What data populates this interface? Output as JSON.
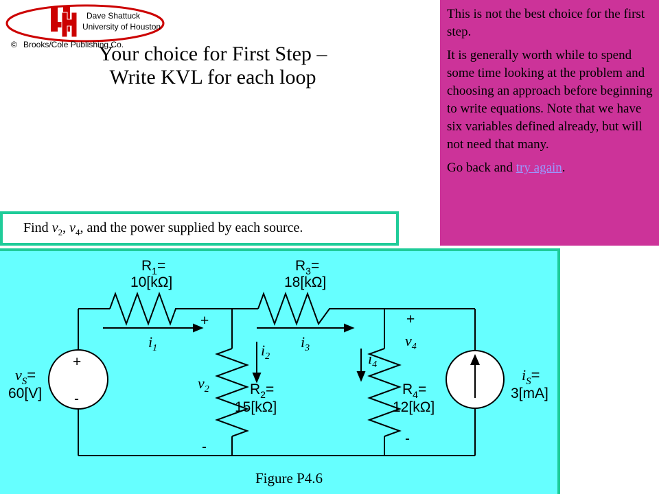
{
  "logo": {
    "line1": "Dave Shattuck",
    "line2": "University of Houston",
    "copyright_symbol": "©",
    "line3": "Brooks/Cole Publishing Co.",
    "mark_color": "#cc0000"
  },
  "title": {
    "line1": "Your choice for First Step –",
    "line2": "Write KVL for each loop"
  },
  "feedback": {
    "para1": "This is not the best choice for the first step.",
    "para2": "It is generally worth while to spend some time looking at the problem and choosing an approach before beginning to write equations.  Note that we have six variables defined already, but will not need that many.",
    "para3_prefix": "Go back and ",
    "link_label": "try again",
    "para3_suffix": ".",
    "background": "#cc3399"
  },
  "problem": {
    "prefix": "Find ",
    "v2_var": "v",
    "v2_sub": "2",
    "sep": ", ",
    "v4_var": "v",
    "v4_sub": "4",
    "suffix": ", and the power supplied by each source."
  },
  "circuit": {
    "r1_name": "R",
    "r1_sub": "1",
    "r1_eq": "=",
    "r1_value": "10[kΩ]",
    "r3_name": "R",
    "r3_sub": "3",
    "r3_eq": "=",
    "r3_value": "18[kΩ]",
    "r2_name": "R",
    "r2_sub": "2",
    "r2_eq": "=",
    "r2_value": "15[kΩ]",
    "r4_name": "R",
    "r4_sub": "4",
    "r4_eq": "=",
    "r4_value": "12[kΩ]",
    "vs_name": "v",
    "vs_sub": "S",
    "vs_eq": "=",
    "vs_value": "60[V]",
    "is_name": "i",
    "is_sub": "S",
    "is_eq": "=",
    "is_value": "3[mA]",
    "i1": "i",
    "i1_sub": "1",
    "i2": "i",
    "i2_sub": "2",
    "i3": "i",
    "i3_sub": "3",
    "i4": "i",
    "i4_sub": "4",
    "v2": "v",
    "v2_sub": "2",
    "v4": "v",
    "v4_sub": "4",
    "plus": "+",
    "minus": "-",
    "caption": "Figure P4.6",
    "background": "#66ffff",
    "border": "#1fcc99"
  }
}
